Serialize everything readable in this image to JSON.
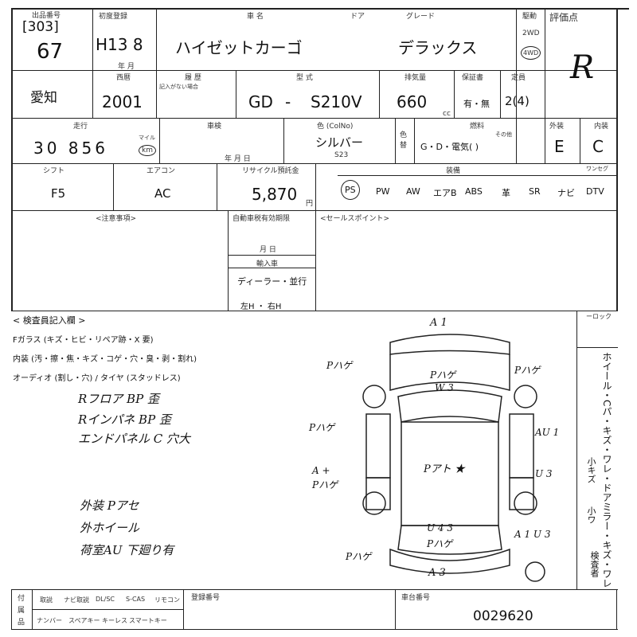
{
  "header": {
    "venue_code": "[303]",
    "lot_number": "67",
    "first_reg_label": "初度登録",
    "first_reg_value": "H13 8",
    "first_reg_sub": "年  月",
    "car_name_label": "車  名",
    "door_label": "ドア",
    "car_name": "ハイゼットカーゴ",
    "grade_label": "グレード",
    "grade": "デラックス",
    "drive_label": "駆動",
    "drive_2wd": "2WD",
    "drive_4wd": "4WD",
    "eval_label": "評価点",
    "eval_value": "R"
  },
  "row2": {
    "prefecture": "愛知",
    "year_label": "西暦",
    "year": "2001",
    "history_label": "履  歴",
    "history_sub": "記入がない場合",
    "model_label": "型  式",
    "model_prefix": "GD",
    "model_dash": "-",
    "model_code": "S210V",
    "displacement_label": "排気量",
    "displacement": "660",
    "displacement_unit": "cc",
    "warranty_label": "保証書",
    "warranty_value": "有・無",
    "seats_label": "定員",
    "seats": "2(4)"
  },
  "row3": {
    "mileage_label": "走行",
    "mileage": "30 856",
    "mileage_unit_km": "km",
    "mileage_unit_mile": "マイル",
    "inspection_label": "車検",
    "inspection_sub": "年  月  日",
    "color_label": "色 (ColNo)",
    "color_name": "シルバー",
    "color_code": "S23",
    "color_change": "色替",
    "fuel_label": "燃料",
    "fuel_options": "G・D・電気(    )",
    "fuel_other": "その他",
    "exterior_label": "外装",
    "exterior": "E",
    "interior_label": "内装",
    "interior": "C"
  },
  "row4": {
    "shift_label": "シフト",
    "shift": "F5",
    "aircon_label": "エアコン",
    "aircon": "AC",
    "recycle_label": "リサイクル預託金",
    "recycle": "5,870",
    "recycle_unit": "円",
    "equipment_label": "装備",
    "equipment": [
      "PS",
      "PW",
      "AW",
      "エアB",
      "ABS",
      "革",
      "SR",
      "ナビ",
      "DTV"
    ],
    "tv_label": "ワンセグ"
  },
  "notes": {
    "caution_label": "<注意事項>",
    "tax_label": "自動車税有効期限",
    "tax_value": "月  日",
    "import_label": "輸入車",
    "import_value": "ディーラー・並行",
    "handle_value": "左H  ・  右H",
    "sales_label": "<セールスポイント>"
  },
  "inspector": {
    "title": "< 検査員記入欄 >",
    "line1": "Fガラス (キズ・ヒビ・リペア跡・X 要)",
    "line2": "内装 (汚・擦・焦・キズ・コゲ・穴・臭・剥・割れ)",
    "line3": "オーディオ (割し・穴) / タイヤ (スタッドレス)",
    "notes_hw": [
      "Rフロア BP 歪",
      "Rインパネ BP 歪",
      "エンドパネル C 穴大"
    ],
    "exterior_hw": [
      "外装 Pアセ",
      "外ホイール",
      "荷室AU    下廻り有"
    ]
  },
  "diagram": {
    "marks": {
      "front": "A 1",
      "rear": "A 3",
      "fl": "Pハゲ",
      "fr": "Pハゲ",
      "hood": "Pハゲ",
      "windshield": "W 3",
      "roof": "Pアト ★",
      "l_door": "Pハゲ",
      "l_slide": "A +",
      "l_slide2": "Pハゲ",
      "r_door": "AU 1",
      "r_slide": "U 3",
      "rear_win": "U 4 3",
      "rear_gate": "Pハゲ",
      "rl": "Pハゲ",
      "rr": "A 1 U 3"
    }
  },
  "side": {
    "rock_label": "ーロック",
    "vertical_text": "ホイール・Cパ・キズ・ワレ・ドアミラー・キズ・ワレ",
    "small_text": "小キズ",
    "small_text2": "小ワ",
    "inspector_label": "検査者"
  },
  "footer": {
    "labels_top": [
      "取説",
      "ナビ取説",
      "DL/SC",
      "S-CAS",
      "リモコン"
    ],
    "labels_bottom": [
      "ナンバー",
      "スペアキー",
      "キーレス",
      "スマートキー"
    ],
    "side1": "付",
    "side2": "属",
    "side3": "品",
    "reg_label": "登録番号",
    "serial_label": "車台番号",
    "serial": "0029620"
  }
}
